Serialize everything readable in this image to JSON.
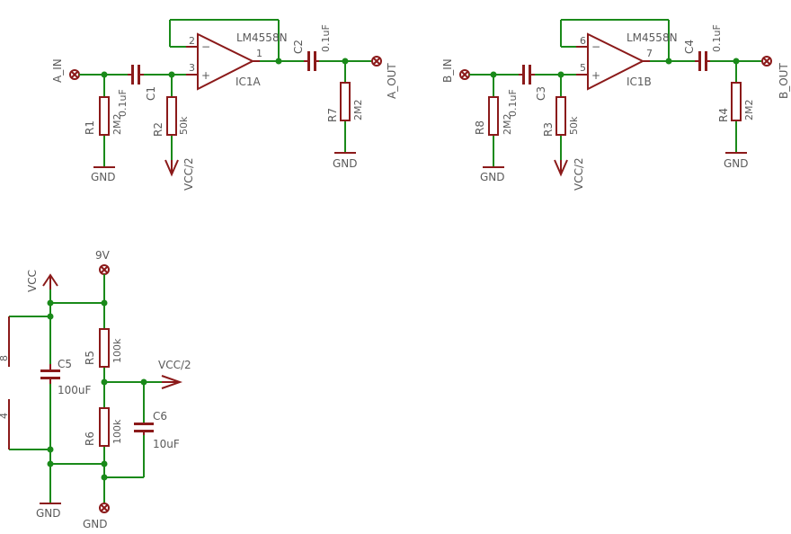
{
  "channel_a": {
    "input_label": "A_IN",
    "output_label": "A_OUT",
    "opamp_name": "IC1A",
    "opamp_part": "LM4558N",
    "pin_inv": "2",
    "pin_noninv": "3",
    "pin_out": "1",
    "c_in": {
      "name": "C1",
      "value": "0.1uF"
    },
    "c_out": {
      "name": "C2",
      "value": "0.1uF"
    },
    "r_in": {
      "name": "R1",
      "value": "2M2"
    },
    "r_bias": {
      "name": "R2",
      "value": "50k"
    },
    "r_out": {
      "name": "R7",
      "value": "2M2"
    },
    "bias_label": "VCC/2",
    "gnd1": "GND",
    "gnd2": "GND",
    "minus": "−",
    "plus": "+"
  },
  "channel_b": {
    "input_label": "B_IN",
    "output_label": "B_OUT",
    "opamp_name": "IC1B",
    "opamp_part": "LM4558N",
    "pin_inv": "6",
    "pin_noninv": "5",
    "pin_out": "7",
    "c_in": {
      "name": "C3",
      "value": "0.1uF"
    },
    "c_out": {
      "name": "C4",
      "value": "0.1uF"
    },
    "r_in": {
      "name": "R8",
      "value": "2M2"
    },
    "r_bias": {
      "name": "R3",
      "value": "50k"
    },
    "r_out": {
      "name": "R4",
      "value": "2M2"
    },
    "bias_label": "VCC/2",
    "gnd1": "GND",
    "gnd2": "GND",
    "minus": "−",
    "plus": "+"
  },
  "power": {
    "supply_label": "9V",
    "vcc_label": "VCC",
    "vcc2_label": "VCC/2",
    "pin8": "8",
    "pin4": "4",
    "c5": {
      "name": "C5",
      "value": "100uF"
    },
    "c6": {
      "name": "C6",
      "value": "10uF"
    },
    "r5": {
      "name": "R5",
      "value": "100k"
    },
    "r6": {
      "name": "R6",
      "value": "100k"
    },
    "gnd_label": "GND",
    "gnd_terminal": "GND"
  }
}
